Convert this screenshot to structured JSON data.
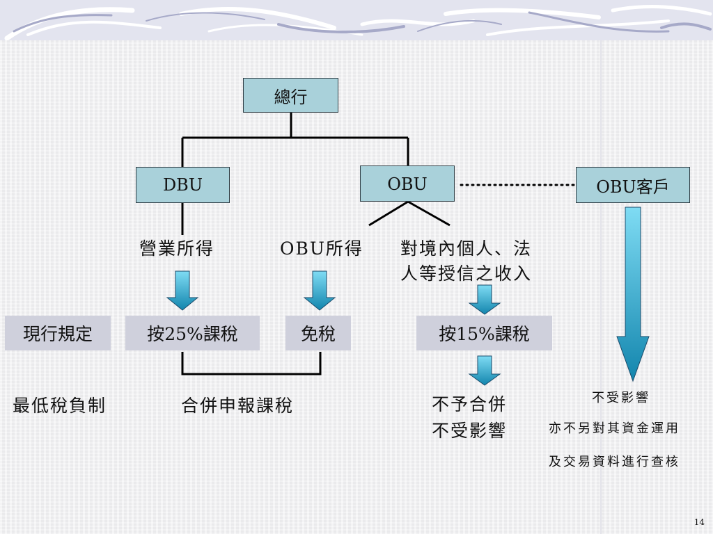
{
  "chart_data": {
    "type": "diagram",
    "nodes": {
      "head_office": "總行",
      "dbu": "DBU",
      "obu": "OBU",
      "obu_client": "OBU客戶"
    },
    "income": {
      "business": "營業所得",
      "obu_income": "OBU所得",
      "domestic_line1": "對境內個人、法",
      "domestic_line2": "人等授信之收入"
    },
    "tax": {
      "current_rule": "現行規定",
      "tax25": "按25%課稅",
      "exempt": "免稅",
      "tax15": "按15%課稅"
    },
    "bottom": {
      "amt": "最低稅負制",
      "combined": "合併申報課稅",
      "no_merge_line1": "不予合併",
      "no_merge_line2": "不受影響",
      "client_line1": "不受影響",
      "client_line2": "亦不另對其資金運用",
      "client_line3": "及交易資料進行查核"
    },
    "edges": [
      [
        "總行",
        "DBU"
      ],
      [
        "總行",
        "OBU"
      ],
      [
        "OBU",
        "OBU所得"
      ],
      [
        "OBU",
        "對境內個人、法人等授信之收入"
      ],
      [
        "OBU",
        "OBU客戶"
      ],
      [
        "營業所得",
        "按25%課稅"
      ],
      [
        "OBU所得",
        "免稅"
      ],
      [
        "對境內個人、法人等授信之收入",
        "按15%課稅"
      ],
      [
        "按15%課稅",
        "不予合併 不受影響"
      ],
      [
        "OBU客戶",
        "不受影響"
      ]
    ]
  },
  "colors": {
    "box_fill": "#a9d1da",
    "label_fill": "#cfd0dc",
    "arrow": "#1aa6cc"
  },
  "page_number": "14"
}
